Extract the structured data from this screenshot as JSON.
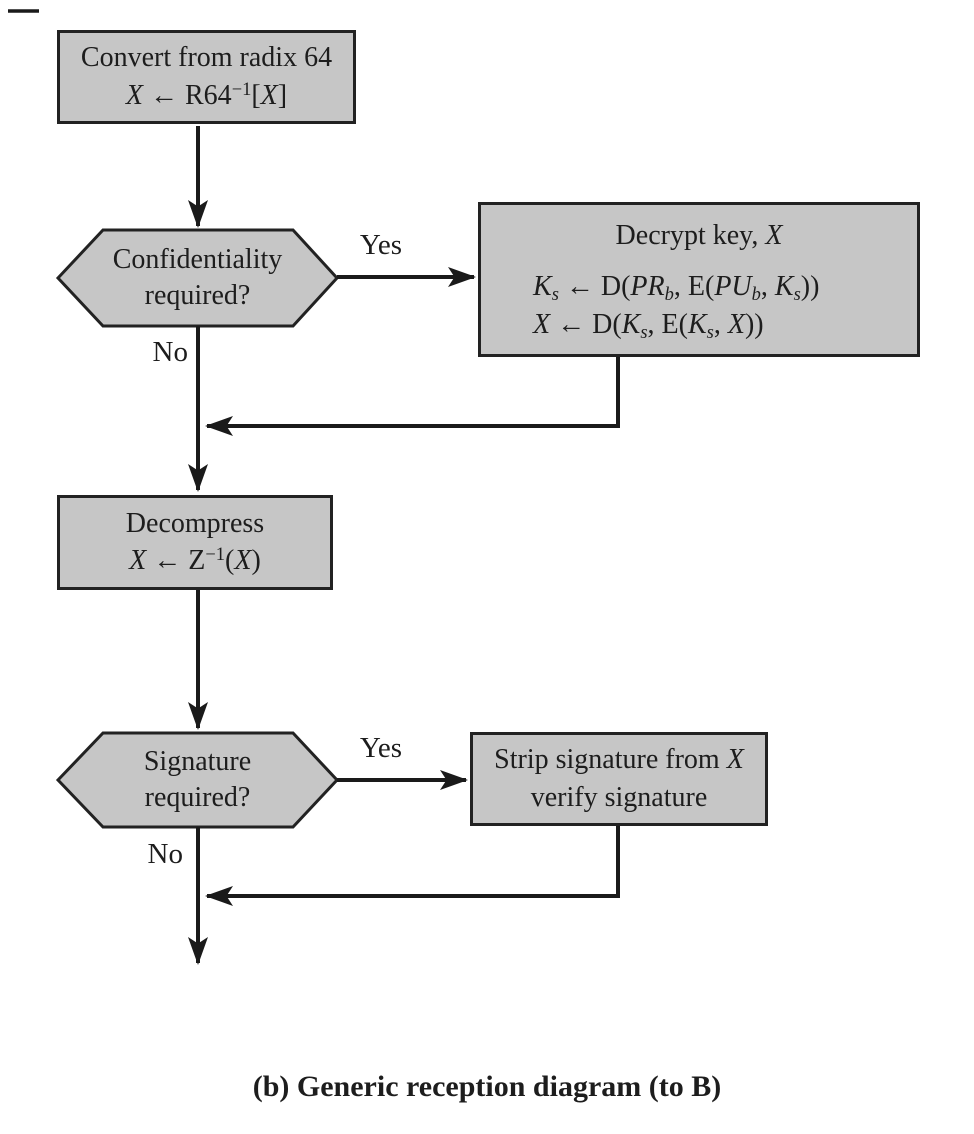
{
  "colors": {
    "node_fill": "#c6c6c6",
    "node_border": "#222222",
    "line": "#1a1a1a",
    "text": "#1d1d1d"
  },
  "nodes": {
    "convert": {
      "line1": "Convert from radix 64",
      "formula": [
        {
          "t": "X",
          "s": "i"
        },
        {
          "t": " ← R64",
          "s": "r"
        },
        {
          "t": "−1",
          "s": "sup"
        },
        {
          "t": "[",
          "s": "r"
        },
        {
          "t": "X",
          "s": "i"
        },
        {
          "t": "]",
          "s": "r"
        }
      ]
    },
    "confidentiality": {
      "line1": "Confidentiality",
      "line2": "required?"
    },
    "decrypt": {
      "title": [
        {
          "t": "Decrypt key, ",
          "s": "r"
        },
        {
          "t": "X",
          "s": "i"
        }
      ],
      "formula1": [
        {
          "t": "K",
          "s": "i"
        },
        {
          "t": "s",
          "s": "sub"
        },
        {
          "t": " ← D(",
          "s": "r"
        },
        {
          "t": "PR",
          "s": "i"
        },
        {
          "t": "b",
          "s": "sub"
        },
        {
          "t": ", E(",
          "s": "r"
        },
        {
          "t": "PU",
          "s": "i"
        },
        {
          "t": "b",
          "s": "sub"
        },
        {
          "t": ", ",
          "s": "r"
        },
        {
          "t": "K",
          "s": "i"
        },
        {
          "t": "s",
          "s": "sub"
        },
        {
          "t": "))",
          "s": "r"
        }
      ],
      "formula2": [
        {
          "t": "X",
          "s": "i"
        },
        {
          "t": " ← D(",
          "s": "r"
        },
        {
          "t": "K",
          "s": "i"
        },
        {
          "t": "s",
          "s": "sub"
        },
        {
          "t": ", E(",
          "s": "r"
        },
        {
          "t": "K",
          "s": "i"
        },
        {
          "t": "s",
          "s": "sub"
        },
        {
          "t": ", ",
          "s": "r"
        },
        {
          "t": "X",
          "s": "i"
        },
        {
          "t": "))",
          "s": "r"
        }
      ]
    },
    "decompress": {
      "line1": "Decompress",
      "formula": [
        {
          "t": "X",
          "s": "i"
        },
        {
          "t": " ← Z",
          "s": "r"
        },
        {
          "t": "−1",
          "s": "sup"
        },
        {
          "t": "(",
          "s": "r"
        },
        {
          "t": "X",
          "s": "i"
        },
        {
          "t": ")",
          "s": "r"
        }
      ]
    },
    "signature": {
      "line1": "Signature",
      "line2": "required?"
    },
    "strip": {
      "line1": [
        {
          "t": "Strip signature from ",
          "s": "r"
        },
        {
          "t": "X",
          "s": "i"
        }
      ],
      "line2": "verify signature"
    }
  },
  "labels": {
    "confidentiality_yes": "Yes",
    "confidentiality_no": "No",
    "signature_yes": "Yes",
    "signature_no": "No"
  },
  "caption": "(b) Generic reception diagram (to B)"
}
